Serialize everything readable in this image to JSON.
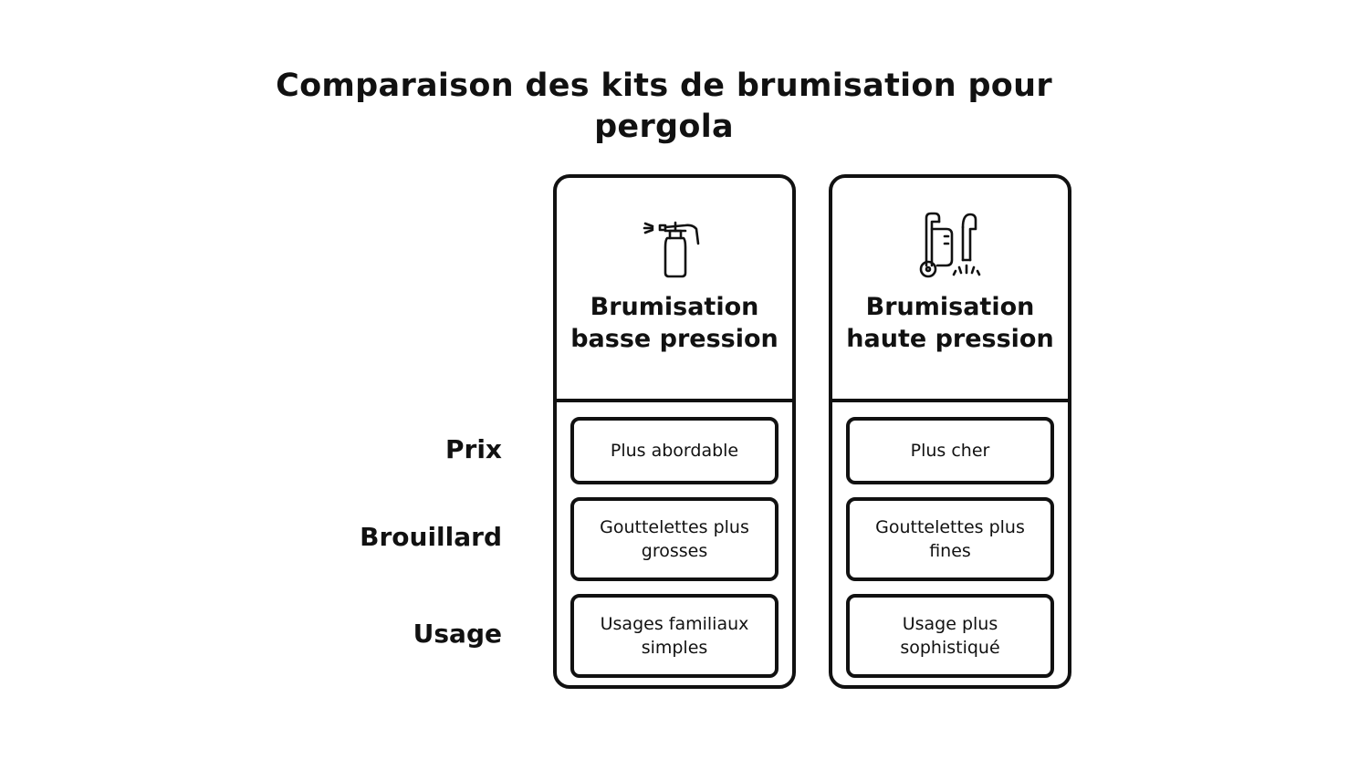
{
  "title": "Comparaison des kits de brumisation pour pergola",
  "rows": [
    {
      "label": "Prix"
    },
    {
      "label": "Brouillard"
    },
    {
      "label": "Usage"
    }
  ],
  "columns": [
    {
      "title": "Brumisation basse pression",
      "icon": "spray-bottle-icon",
      "cells": [
        "Plus abordable",
        "Gouttelettes plus grosses",
        "Usages familiaux simples"
      ]
    },
    {
      "title": "Brumisation haute pression",
      "icon": "pressure-washer-icon",
      "cells": [
        "Plus cher",
        "Gouttelettes plus fines",
        "Usage plus sophistiqué"
      ]
    }
  ]
}
